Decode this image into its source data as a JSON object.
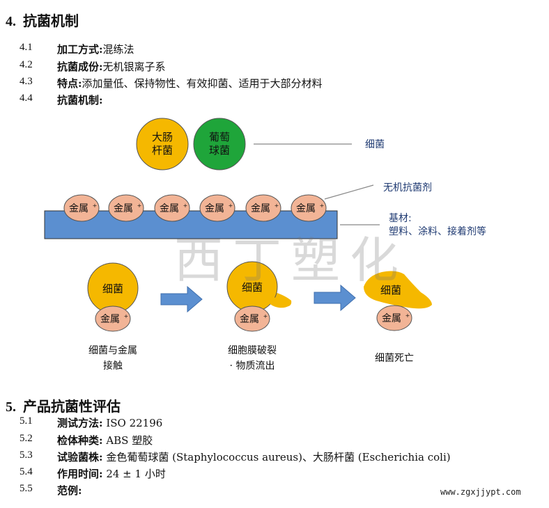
{
  "section4": {
    "num": "4.",
    "title": "抗菌机制",
    "items": [
      {
        "num": "4.1",
        "label": "加工方式:",
        "value": "混练法"
      },
      {
        "num": "4.2",
        "label": "抗菌成份:",
        "value": "无机银离子系"
      },
      {
        "num": "4.3",
        "label": "特点:",
        "value": "添加量低、保持物性、有效抑菌、适用于大部分材料"
      },
      {
        "num": "4.4",
        "label": "抗菌机制:",
        "value": ""
      }
    ]
  },
  "diagram": {
    "bacteria1": [
      "大肠",
      "杆菌"
    ],
    "bacteria2": [
      "葡萄",
      "球菌"
    ],
    "metal": "金属",
    "plus": "+",
    "label_bacteria": "细菌",
    "label_agent": "无机抗菌剂",
    "label_substrate": [
      "基材:",
      "塑料、涂料、接着剂等"
    ],
    "cell": "细菌",
    "step1": [
      "细菌与金属",
      "接触"
    ],
    "step2": [
      "细胞膜破裂",
      "· 物质流出"
    ],
    "step3": "细菌死亡",
    "watermark": "西丁塑化",
    "colors": {
      "yellow": "#f5b800",
      "green": "#1fa53a",
      "metal": "#f2b496",
      "substrate": "#5b8fd0",
      "arrow": "#5b8fd0"
    }
  },
  "section5": {
    "num": "5.",
    "title": "产品抗菌性评估",
    "items": [
      {
        "num": "5.1",
        "label": "测试方法:",
        "value": "ISO 22196"
      },
      {
        "num": "5.2",
        "label": "检体种类:",
        "value": "ABS 塑胶"
      },
      {
        "num": "5.3",
        "label": "试验菌株:",
        "value": "金色葡萄球菌 (Staphylococcus aureus)、大肠杆菌 (Escherichia coli)"
      },
      {
        "num": "5.4",
        "label": "作用时间:",
        "value": "24 ± 1  小时"
      },
      {
        "num": "5.5",
        "label": "范例:",
        "value": ""
      }
    ]
  },
  "site": "www.zgxjjypt.com"
}
